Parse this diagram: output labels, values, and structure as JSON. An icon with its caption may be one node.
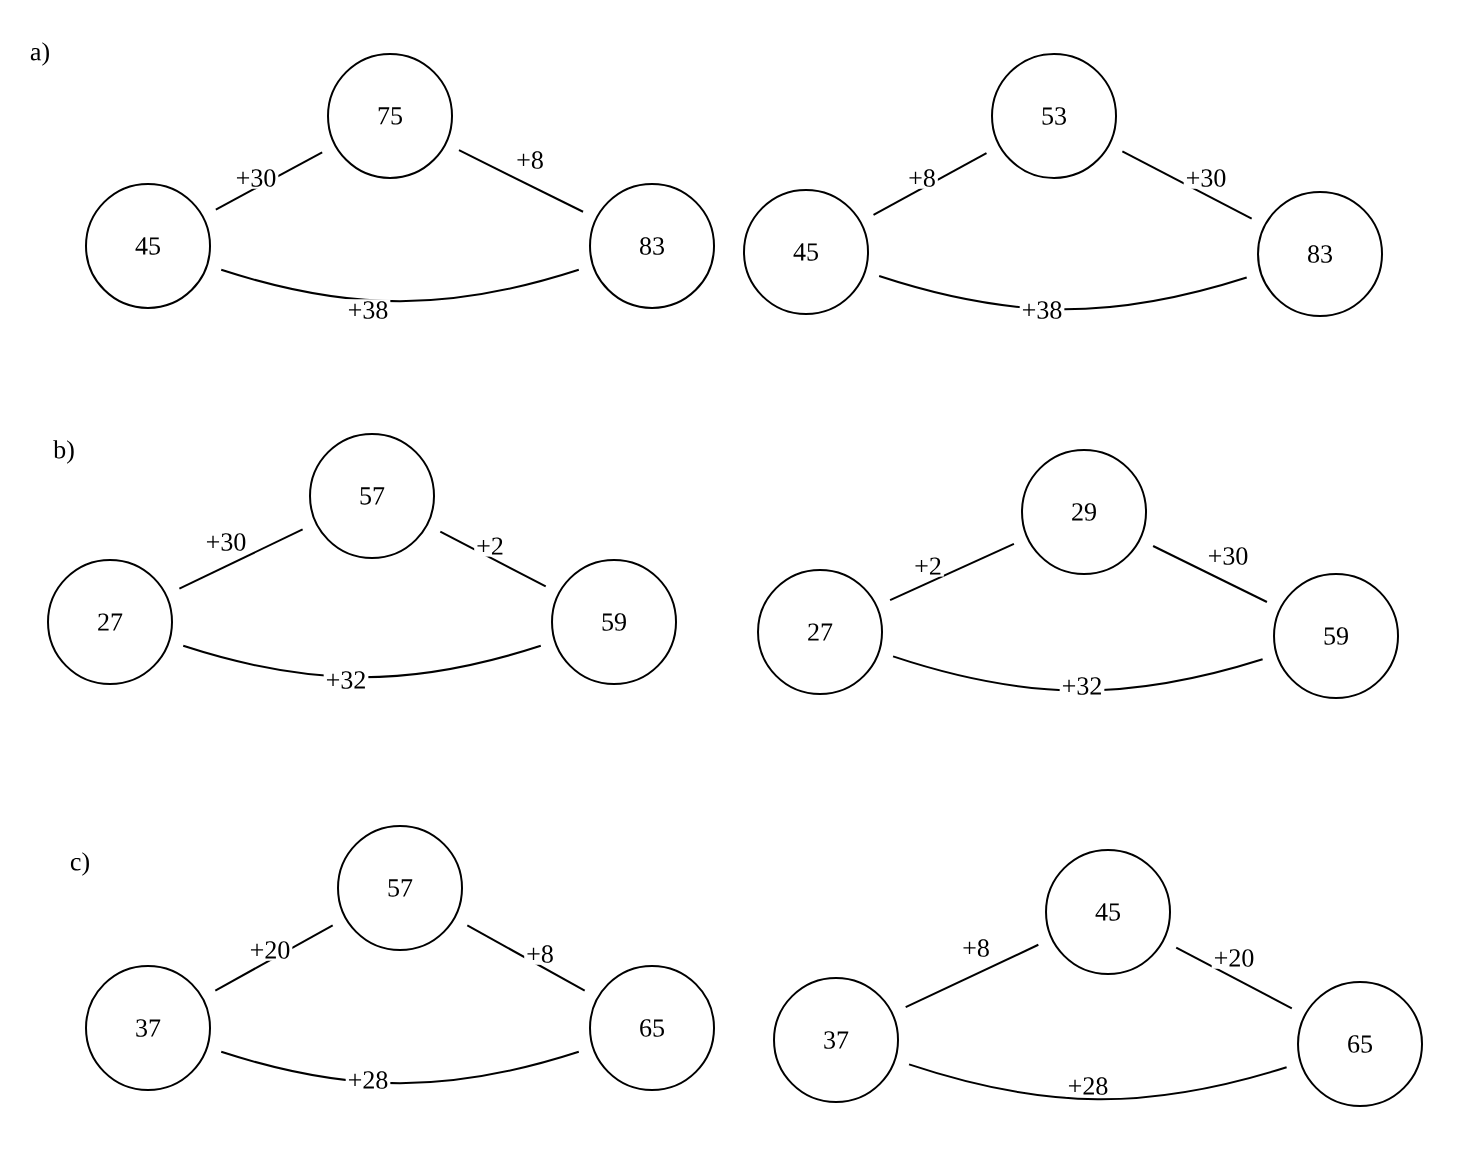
{
  "diagram": {
    "nodes": [
      {
        "text": [
          "75"
        ]
      },
      {
        "text": [
          "45"
        ]
      },
      {
        "text": [
          "83"
        ]
      },
      {
        "text": [
          "53"
        ]
      },
      {
        "text": [
          "45"
        ]
      },
      {
        "text": [
          "83"
        ]
      },
      {
        "text": [
          "57"
        ]
      },
      {
        "text": [
          "27"
        ]
      },
      {
        "text": [
          "59"
        ]
      },
      {
        "text": [
          "29"
        ]
      },
      {
        "text": [
          "27"
        ]
      },
      {
        "text": [
          "59"
        ]
      },
      {
        "text": [
          "57"
        ]
      },
      {
        "text": [
          "37"
        ]
      },
      {
        "text": [
          "65"
        ]
      },
      {
        "text": [
          "45"
        ]
      },
      {
        "text": [
          "37"
        ]
      },
      {
        "text": [
          "65"
        ]
      }
    ],
    "edges": [
      {
        "from": 1,
        "to": 0,
        "arrow": "none",
        "label": "+30"
      },
      {
        "from": 0,
        "to": 2,
        "arrow": "none",
        "label": "+8"
      },
      {
        "from": 1,
        "to": 2,
        "arrow": "none",
        "label": "+38"
      },
      {
        "from": 4,
        "to": 3,
        "arrow": "none",
        "label": "+8"
      },
      {
        "from": 3,
        "to": 5,
        "arrow": "none",
        "label": "+30"
      },
      {
        "from": 4,
        "to": 5,
        "arrow": "none",
        "label": "+38"
      },
      {
        "from": 7,
        "to": 6,
        "arrow": "none",
        "label": "+30"
      },
      {
        "from": 6,
        "to": 8,
        "arrow": "none",
        "label": "+2"
      },
      {
        "from": 7,
        "to": 8,
        "arrow": "none",
        "label": "+32"
      },
      {
        "from": 10,
        "to": 9,
        "arrow": "none",
        "label": "+2"
      },
      {
        "from": 9,
        "to": 11,
        "arrow": "none",
        "label": "+30"
      },
      {
        "from": 10,
        "to": 11,
        "arrow": "none",
        "label": "+32"
      },
      {
        "from": 13,
        "to": 12,
        "arrow": "none",
        "label": "+20"
      },
      {
        "from": 12,
        "to": 14,
        "arrow": "none",
        "label": "+8"
      },
      {
        "from": 13,
        "to": 14,
        "arrow": "none",
        "label": "+28"
      },
      {
        "from": 16,
        "to": 15,
        "arrow": "none",
        "label": "+8"
      },
      {
        "from": 15,
        "to": 17,
        "arrow": "none",
        "label": "+20"
      },
      {
        "from": 16,
        "to": 17,
        "arrow": "none",
        "label": "+28"
      }
    ],
    "labels": [
      "a)",
      "b)",
      "c)"
    ]
  }
}
